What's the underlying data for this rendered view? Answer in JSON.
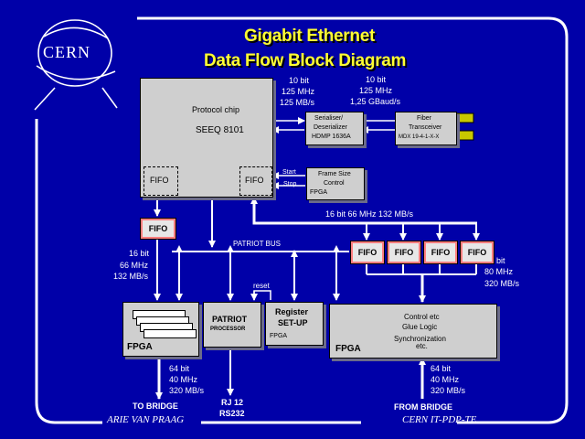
{
  "logo": {
    "text": "CERN"
  },
  "title": {
    "line1": "Gigabit Ethernet",
    "line2": "Data Flow Block Diagram"
  },
  "blocks": {
    "protocol_chip": {
      "line1": "Protocol chip",
      "line2": "SEEQ 8101",
      "fifo_left": "FIFO",
      "fifo_right": "FIFO"
    },
    "serdes": {
      "line1": "Serialiser/",
      "line2": "Deserializer",
      "line3": "HDMP 1636A"
    },
    "fiber": {
      "line1": "Fiber",
      "line2": "Transceiver",
      "line3": "MDX 19-4-1-X-X"
    },
    "frame_size": {
      "line1": "Frame Size",
      "line2": "Control",
      "line3": "FPGA"
    },
    "fifo_left": "FIFO",
    "fifo_row": [
      "FIFO",
      "FIFO",
      "FIFO",
      "FIFO"
    ],
    "fpga_left": {
      "label": "FPGA"
    },
    "patriot": {
      "line1": "PATRIOT",
      "line2": "PROCESSOR"
    },
    "register": {
      "line1": "Register",
      "line2": "SET-UP",
      "line3": "FPGA"
    },
    "fpga_right": {
      "line1": "Control etc",
      "line2": "Glue Logic",
      "line3": "Synchronization",
      "line4": "etc.",
      "label": "FPGA"
    }
  },
  "labels": {
    "serdes_in": {
      "l1": "10 bit",
      "l2": "125 MHz",
      "l3": "125 MB/s"
    },
    "serdes_out": {
      "l1": "10 bit",
      "l2": "125 MHz",
      "l3": "1,25 GBaud/s"
    },
    "start": "Start",
    "stop": "Stop",
    "bus16": "16 bit  66 MHz  132 MB/s",
    "patriot_bus": "PATRIOT BUS",
    "left_bus": {
      "l1": "16 bit",
      "l2": "66 MHz",
      "l3": "132 MB/s"
    },
    "right_bus": {
      "l1": "bit",
      "l2": "80 MHz",
      "l3": "320 MB/s"
    },
    "reset": "reset",
    "left_out": {
      "l1": "64 bit",
      "l2": "40 MHz",
      "l3": "320 MB/s"
    },
    "right_in": {
      "l1": "64 bit",
      "l2": "40 MHz",
      "l3": "320 MB/s"
    },
    "to_bridge": "TO  BRIDGE",
    "rj12": "RJ 12",
    "rs232": "RS232",
    "from_bridge": "FROM BRIDGE"
  },
  "footer": {
    "author": "ARIE VAN PRAAG",
    "group": "CERN  IT-PDP-TE"
  },
  "colors": {
    "background": "#0000a8",
    "title": "#ffff33",
    "block": "#cfcfcf",
    "fifo_border": "#ff7f7f",
    "connector": "#c8c800"
  }
}
